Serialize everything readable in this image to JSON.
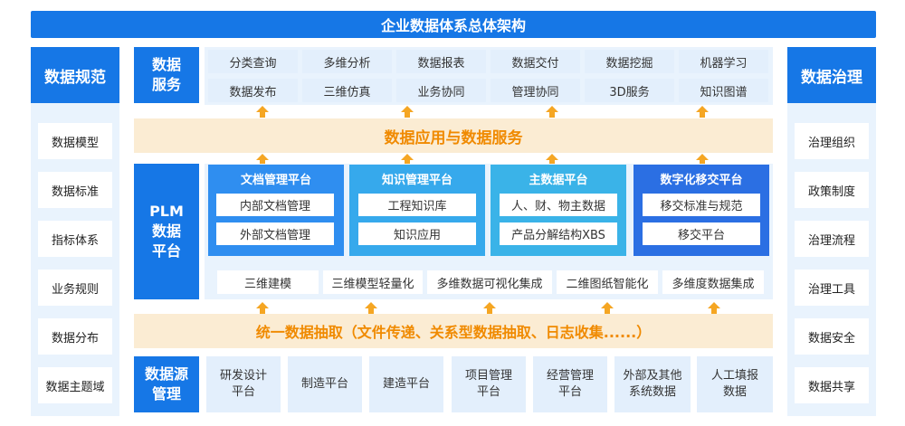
{
  "title": "企业数据体系总体架构",
  "left_sidebar": {
    "heading": "数据规范",
    "items": [
      "数据模型",
      "数据标准",
      "指标体系",
      "业务规则",
      "数据分布",
      "数据主题域"
    ]
  },
  "right_sidebar": {
    "heading": "数据治理",
    "items": [
      "治理组织",
      "政策制度",
      "治理流程",
      "治理工具",
      "数据安全",
      "数据共享"
    ]
  },
  "data_service": {
    "label_line1": "数据",
    "label_line2": "服务",
    "row1": [
      "分类查询",
      "多维分析",
      "数据报表",
      "数据交付",
      "数据挖掘",
      "机器学习"
    ],
    "row2": [
      "数据发布",
      "三维仿真",
      "业务协同",
      "管理协同",
      "3D服务",
      "知识图谱"
    ]
  },
  "application_band": "数据应用与数据服务",
  "plm": {
    "label_line1": "PLM",
    "label_line2": "数据",
    "label_line3": "平台",
    "platforms": [
      {
        "title": "文档管理平台",
        "items": [
          "内部文档管理",
          "外部文档管理"
        ],
        "color": "#2f8ef0"
      },
      {
        "title": "知识管理平台",
        "items": [
          "工程知识库",
          "知识应用"
        ],
        "color": "#36a9ec"
      },
      {
        "title": "主数据平台",
        "items": [
          "人、财、物主数据",
          "产品分解结构XBS"
        ],
        "color": "#3ab3e8"
      },
      {
        "title": "数字化移交平台",
        "items": [
          "移交标准与规范",
          "移交平台"
        ],
        "color": "#2b6fe3"
      }
    ],
    "tools": [
      "三维建模",
      "三维模型轻量化",
      "多维数据可视化集成",
      "二维图纸智能化",
      "多维度数据集成"
    ]
  },
  "extraction_band": "统一数据抽取（文件传递、关系型数据抽取、日志收集......）",
  "data_source": {
    "label_line1": "数据源",
    "label_line2": "管理",
    "items": [
      {
        "line1": "研发设计",
        "line2": "平台"
      },
      {
        "line1": "制造平台",
        "line2": ""
      },
      {
        "line1": "建造平台",
        "line2": ""
      },
      {
        "line1": "项目管理",
        "line2": "平台"
      },
      {
        "line1": "经营管理",
        "line2": "平台"
      },
      {
        "line1": "外部及其他",
        "line2": "系统数据"
      },
      {
        "line1": "人工填报",
        "line2": "数据"
      }
    ]
  },
  "colors": {
    "primary_blue": "#1677e6",
    "light_panel": "#e9f3fd",
    "orange_text": "#f08a00",
    "orange_band": "#fbecd3",
    "arrow": "#f5a623"
  }
}
